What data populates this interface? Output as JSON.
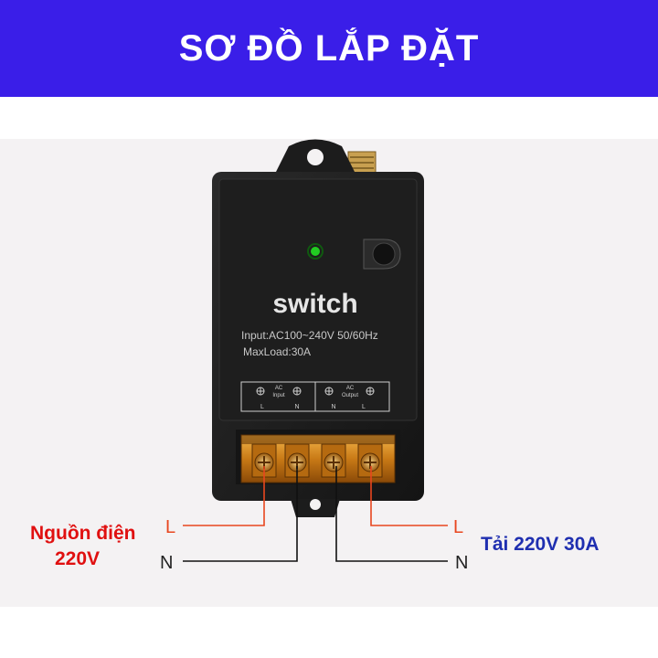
{
  "header": {
    "title": "SƠ ĐỒ LẮP ĐẶT"
  },
  "device": {
    "brand": "switch",
    "input_spec": "Input:AC100~240V 50/60Hz",
    "max_load": "MaxLoad:30A",
    "terminal_labels": {
      "input_group": [
        "AC",
        "Input"
      ],
      "output_group": [
        "AC",
        "Output"
      ],
      "pins": [
        "L",
        "N",
        "N",
        "L"
      ]
    }
  },
  "wiring": {
    "source_label": "Nguồn điện",
    "source_voltage": "220V",
    "load_label": "Tải 220V 30A",
    "live": "L",
    "neutral": "N"
  },
  "colors": {
    "banner": "#3a1ee8",
    "live_wire": "#e8461e",
    "neutral_wire": "#111111",
    "source_text": "#e01010",
    "load_text": "#1f2fb0",
    "led": "#22cc22"
  }
}
